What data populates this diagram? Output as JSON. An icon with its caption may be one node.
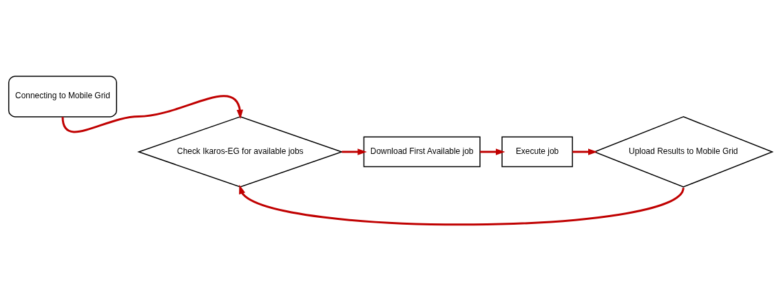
{
  "diagram": {
    "nodes": [
      {
        "text": [
          "Connecting to Mobile Grid"
        ]
      },
      {
        "text": [
          "Check Ikaros-EG for available jobs"
        ]
      },
      {
        "text": [
          "Download First Available job"
        ]
      },
      {
        "text": [
          "Execute job"
        ]
      },
      {
        "text": [
          "Upload Results to Mobile Grid"
        ]
      }
    ],
    "edges": [
      {
        "from": 0,
        "to": 1,
        "arrow": "to"
      },
      {
        "from": 1,
        "to": 2,
        "arrow": "to"
      },
      {
        "from": 2,
        "to": 3,
        "arrow": "to"
      },
      {
        "from": 3,
        "to": 4,
        "arrow": "to"
      },
      {
        "from": 4,
        "to": 1,
        "arrow": "to"
      }
    ]
  }
}
